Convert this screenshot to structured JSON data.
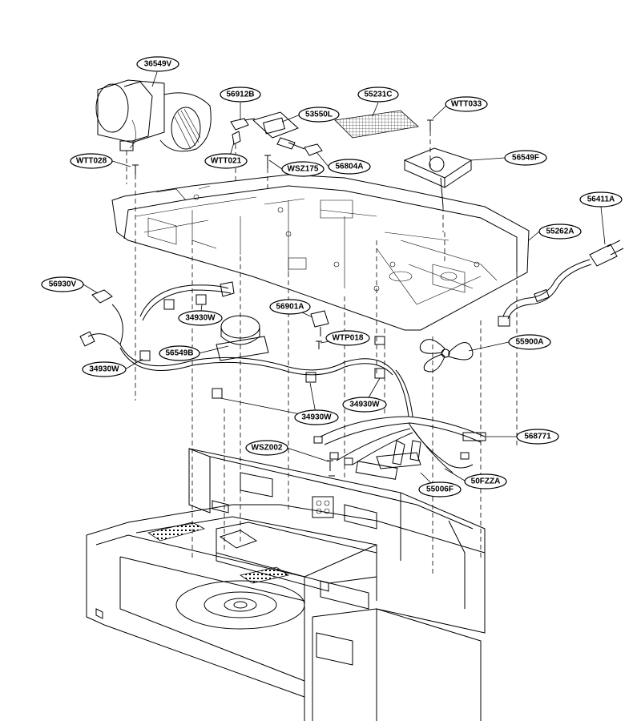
{
  "callouts": [
    {
      "id": "c-36549v",
      "label": "36549V"
    },
    {
      "id": "c-56912b",
      "label": "56912B"
    },
    {
      "id": "c-55231c",
      "label": "55231C"
    },
    {
      "id": "c-wtt033",
      "label": "WTT033"
    },
    {
      "id": "c-53550l",
      "label": "53550L"
    },
    {
      "id": "c-56549f",
      "label": "56549F"
    },
    {
      "id": "c-wtt028",
      "label": "WTT028"
    },
    {
      "id": "c-wtt021",
      "label": "WTT021"
    },
    {
      "id": "c-wsz175",
      "label": "WSZ175"
    },
    {
      "id": "c-56804a",
      "label": "56804A"
    },
    {
      "id": "c-56411a",
      "label": "56411A"
    },
    {
      "id": "c-55262a",
      "label": "55262A"
    },
    {
      "id": "c-56930v",
      "label": "56930V"
    },
    {
      "id": "c-56901a",
      "label": "56901A"
    },
    {
      "id": "c-34930w-1",
      "label": "34930W"
    },
    {
      "id": "c-wtp018",
      "label": "WTP018"
    },
    {
      "id": "c-55900a",
      "label": "55900A"
    },
    {
      "id": "c-56549b",
      "label": "56549B"
    },
    {
      "id": "c-34930w-2",
      "label": "34930W"
    },
    {
      "id": "c-34930w-3",
      "label": "34930W"
    },
    {
      "id": "c-34930w-4",
      "label": "34930W"
    },
    {
      "id": "c-568771",
      "label": "568771"
    },
    {
      "id": "c-wsz002",
      "label": "WSZ002"
    },
    {
      "id": "c-50fzza",
      "label": "50FZZA"
    },
    {
      "id": "c-55006f",
      "label": "55006F"
    }
  ]
}
